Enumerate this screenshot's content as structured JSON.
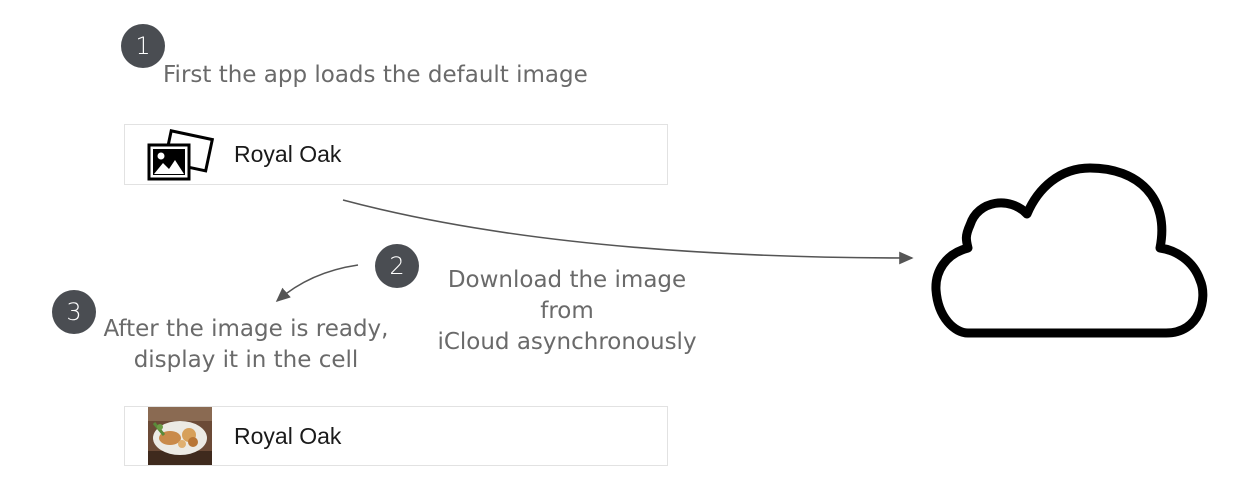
{
  "steps": [
    {
      "number": "1",
      "caption": "First the app loads the default image"
    },
    {
      "number": "2",
      "caption_line1": "Download the image from",
      "caption_line2": "iCloud asynchronously"
    },
    {
      "number": "3",
      "caption_line1": "After the image is ready,",
      "caption_line2": "display it in the cell"
    }
  ],
  "cells": [
    {
      "title": "Royal Oak",
      "thumbnail": "placeholder-photo-icon"
    },
    {
      "title": "Royal Oak",
      "thumbnail": "food-photo"
    }
  ],
  "icons": {
    "cloud": "icloud-cloud-icon"
  },
  "colors": {
    "badge": "#4a4d52",
    "caption": "#6a6a6a",
    "arrow": "#555555",
    "cell_border": "#e2e2e2"
  }
}
